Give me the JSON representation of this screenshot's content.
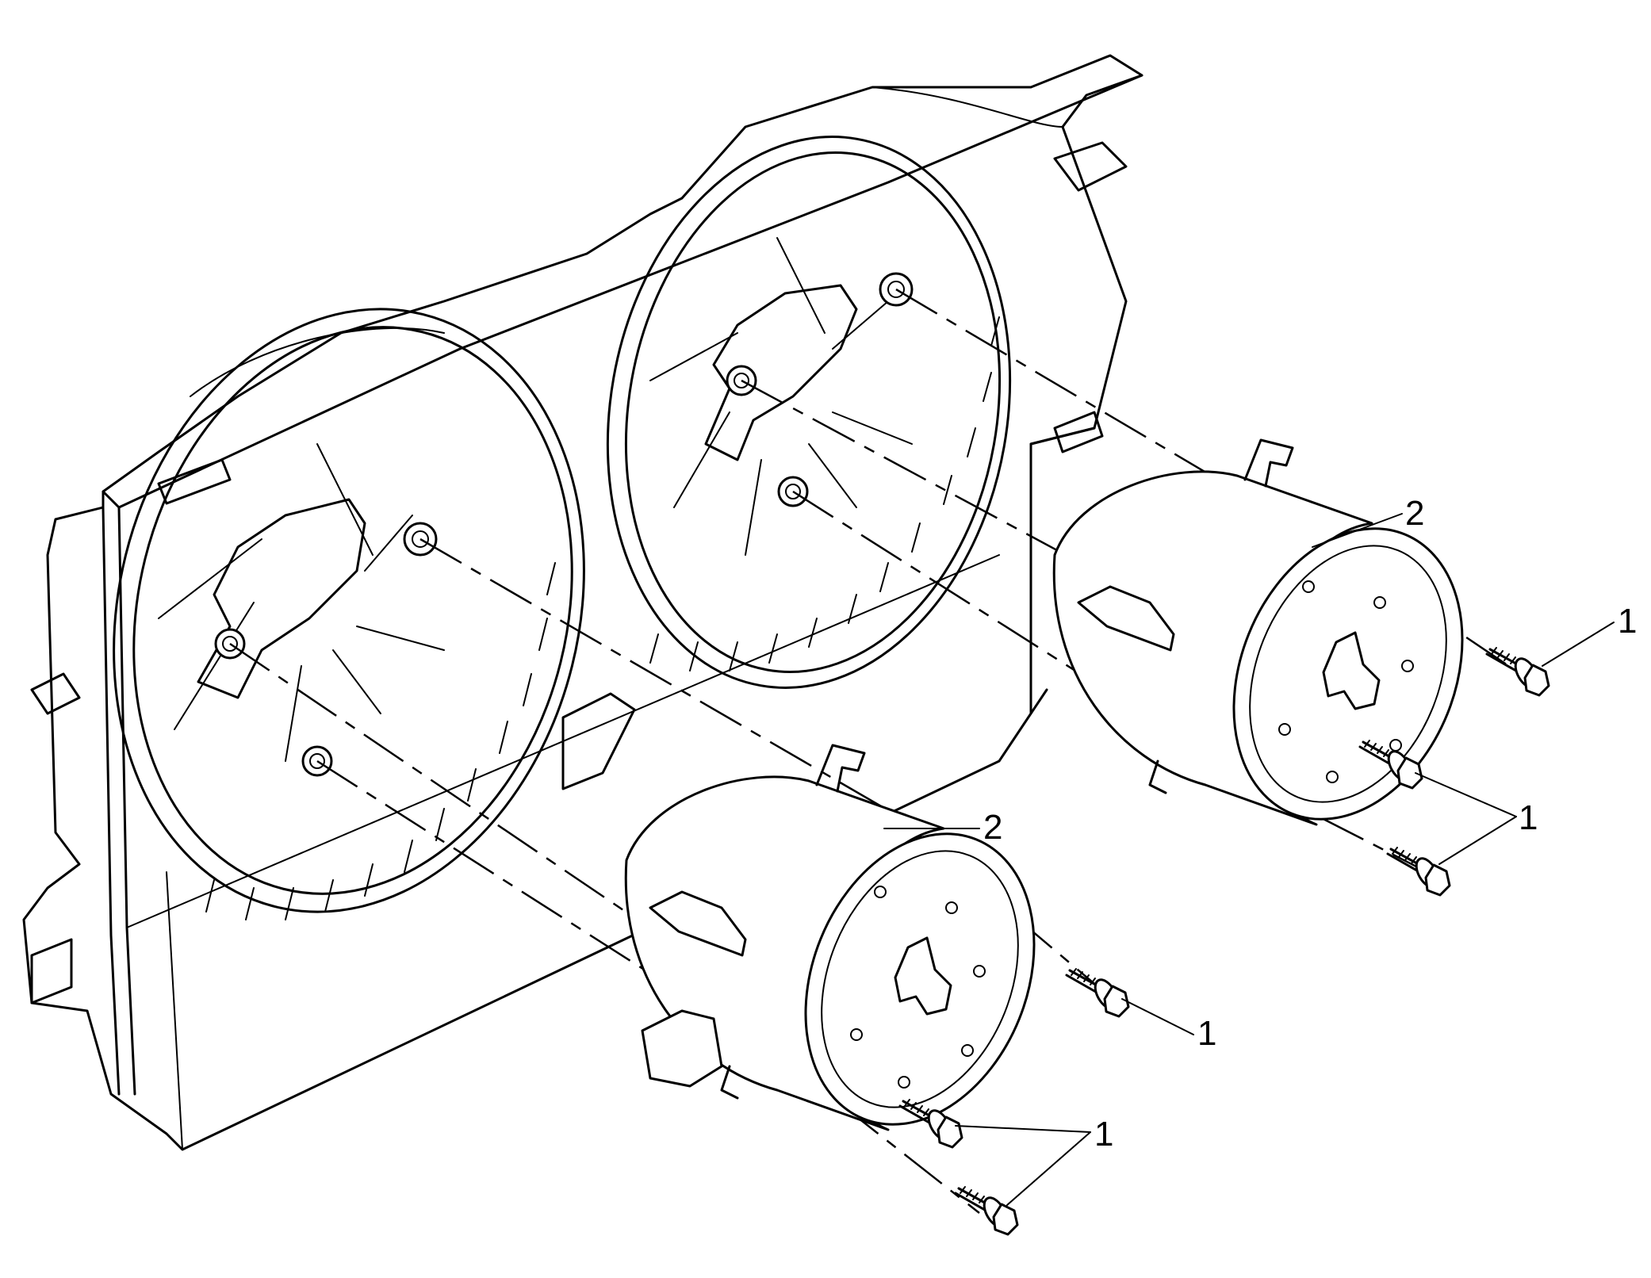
{
  "diagram": {
    "type": "exploded-assembly",
    "components": [
      {
        "name": "fan-shroud",
        "icon": "fan-shroud-icon"
      },
      {
        "name": "cooling-fan-motor-left",
        "icon": "fan-motor-icon"
      },
      {
        "name": "cooling-fan-motor-right",
        "icon": "fan-motor-icon"
      },
      {
        "name": "motor-bolt",
        "icon": "bolt-icon"
      }
    ],
    "callouts": [
      {
        "id": "c2-upper",
        "label": "2"
      },
      {
        "id": "c1-upper-right",
        "label": "1"
      },
      {
        "id": "c1-right-pair",
        "label": "1"
      },
      {
        "id": "c2-lower",
        "label": "2"
      },
      {
        "id": "c1-lower",
        "label": "1"
      },
      {
        "id": "c1-lower-pair",
        "label": "1"
      }
    ]
  }
}
